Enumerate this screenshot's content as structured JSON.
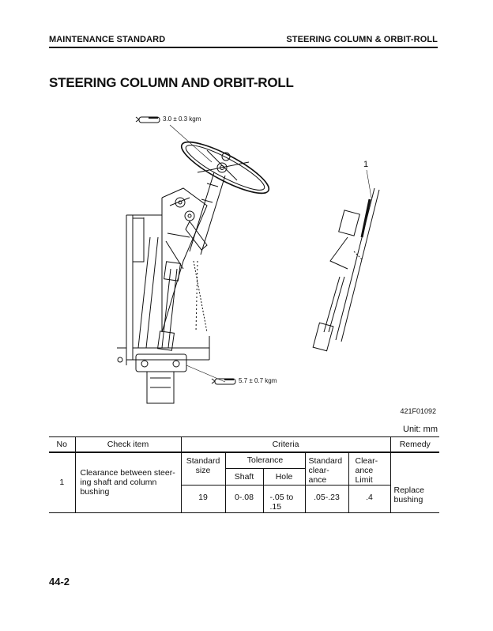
{
  "header": {
    "left": "MAINTENANCE STANDARD",
    "right": "STEERING COLUMN & ORBIT-ROLL"
  },
  "title": "STEERING COLUMN AND ORBIT-ROLL",
  "figure": {
    "torque_top": "3.0 ± 0.3 kgm",
    "torque_bottom": "5.7 ± 0.7 kgm",
    "callout_number": "1",
    "ref_code": "421F01092"
  },
  "unit_label": "Unit: mm",
  "table": {
    "headers": {
      "no": "No",
      "check_item": "Check item",
      "criteria": "Criteria",
      "remedy": "Remedy"
    },
    "subheaders": {
      "standard_size": "Standard size",
      "tolerance": "Tolerance",
      "shaft": "Shaft",
      "hole": "Hole",
      "standard_clearance": "Standard clear- ance",
      "clearance_limit": "Clear- ance Limit"
    },
    "row": {
      "no": "1",
      "check_item": "Clearance between steer- ing shaft and column bushing",
      "standard_size": "19",
      "shaft": "0-.08",
      "hole": "-.05 to .15",
      "standard_clearance": ".05-.23",
      "clearance_limit": ".4",
      "remedy": "Replace bushing"
    }
  },
  "page_number": "44-2"
}
